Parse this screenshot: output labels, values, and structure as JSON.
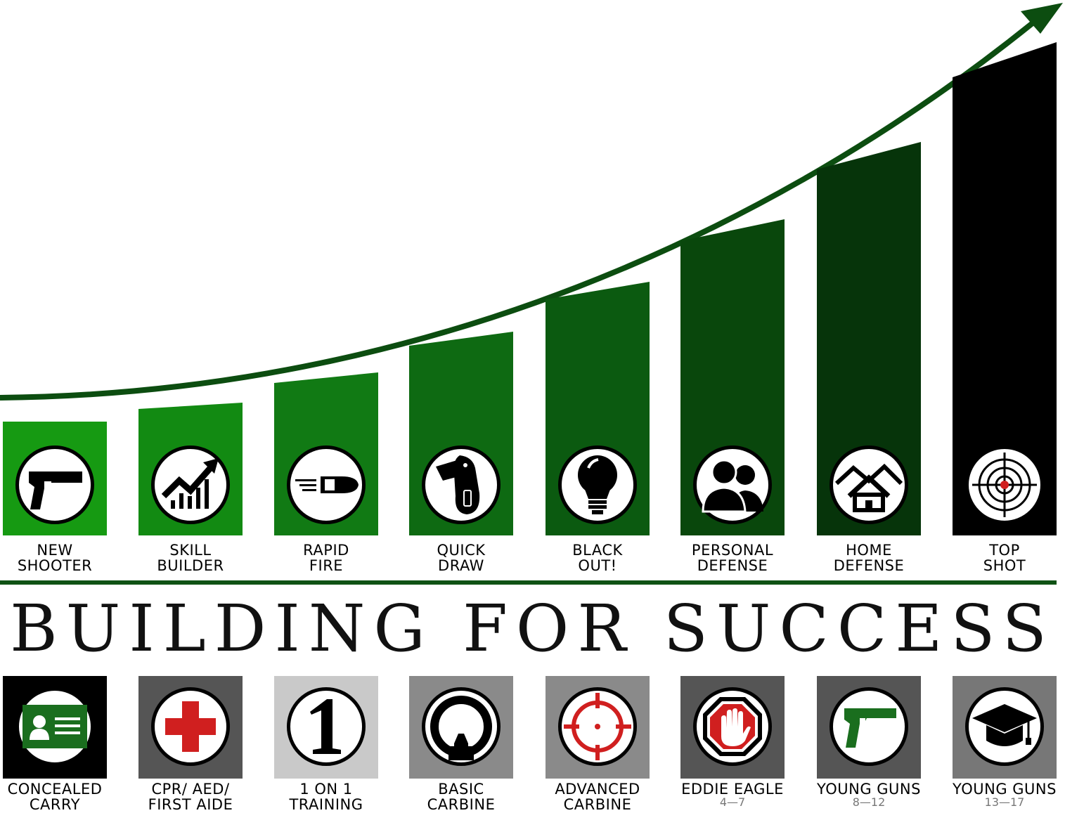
{
  "headline": "BUILDING FOR SUCCESS",
  "colors": {
    "arrow": "#0c4d10",
    "divider": "#0f5214",
    "red": "#d01f1f",
    "green_icon": "#1a6e1e"
  },
  "levels": [
    {
      "line1": "NEW",
      "line2": "SHOOTER",
      "icon": "pistol-icon",
      "color": "#169a12"
    },
    {
      "line1": "SKILL",
      "line2": "BUILDER",
      "icon": "growth-chart-icon",
      "color": "#128a12"
    },
    {
      "line1": "RAPID",
      "line2": "FIRE",
      "icon": "bullet-icon",
      "color": "#117a14"
    },
    {
      "line1": "QUICK",
      "line2": "DRAW",
      "icon": "holster-icon",
      "color": "#0e6a12"
    },
    {
      "line1": "BLACK",
      "line2": "OUT!",
      "icon": "lightbulb-icon",
      "color": "#0b5a10"
    },
    {
      "line1": "PERSONAL",
      "line2": "DEFENSE",
      "icon": "people-icon",
      "color": "#09470c"
    },
    {
      "line1": "HOME",
      "line2": "DEFENSE",
      "icon": "houses-icon",
      "color": "#06340a"
    },
    {
      "line1": "TOP",
      "line2": "SHOT",
      "icon": "target-icon",
      "color": "#000000"
    }
  ],
  "courses": [
    {
      "line1": "CONCEALED",
      "line2": "CARRY",
      "sub": "",
      "icon": "id-card-icon",
      "color": "#000000"
    },
    {
      "line1": "CPR/ AED/",
      "line2": "FIRST AIDE",
      "sub": "",
      "icon": "red-cross-icon",
      "color": "#555555"
    },
    {
      "line1": "1 ON 1",
      "line2": "TRAINING",
      "sub": "",
      "icon": "number-one-icon",
      "color": "#c9c9c9"
    },
    {
      "line1": "BASIC",
      "line2": "CARBINE",
      "sub": "",
      "icon": "rifle-sight-icon",
      "color": "#8a8a8a"
    },
    {
      "line1": "ADVANCED",
      "line2": "CARBINE",
      "sub": "",
      "icon": "red-dot-sight-icon",
      "color": "#8a8a8a"
    },
    {
      "line1": "EDDIE EAGLE",
      "line2": "",
      "sub": "4—7",
      "icon": "stop-hand-icon",
      "color": "#555555"
    },
    {
      "line1": "YOUNG GUNS",
      "line2": "",
      "sub": "8—12",
      "icon": "green-pistol-icon",
      "color": "#555555"
    },
    {
      "line1": "YOUNG GUNS",
      "line2": "",
      "sub": "13—17",
      "icon": "graduation-cap-icon",
      "color": "#777777"
    }
  ]
}
